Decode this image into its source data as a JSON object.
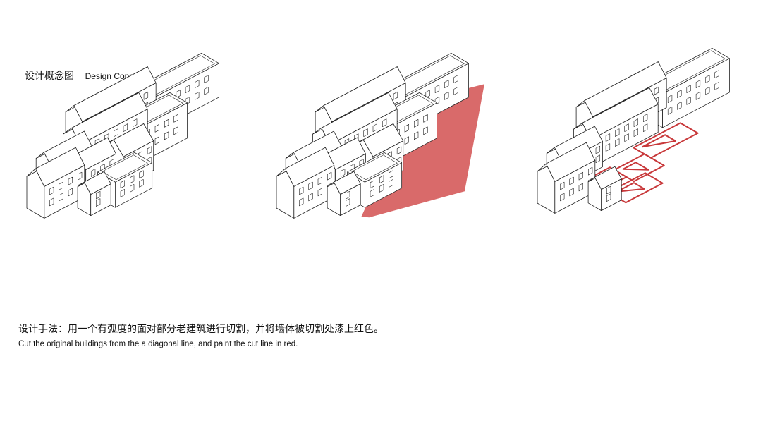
{
  "header": {
    "title_zh": "设计概念图",
    "title_en": "Design Concept"
  },
  "description": {
    "zh": "设计手法：用一个有弧度的面对部分老建筑进行切割，并将墙体被切割处漆上红色。",
    "en": "Cut the original buildings from the a diagonal line, and paint the cut line in red."
  },
  "diagrams": [
    {
      "name": "original-buildings"
    },
    {
      "name": "cutting-plane"
    },
    {
      "name": "cut-walls-red"
    }
  ],
  "colors": {
    "accent_red": "#d96a6a",
    "cut_line": "#c8383a",
    "line": "#222222"
  }
}
